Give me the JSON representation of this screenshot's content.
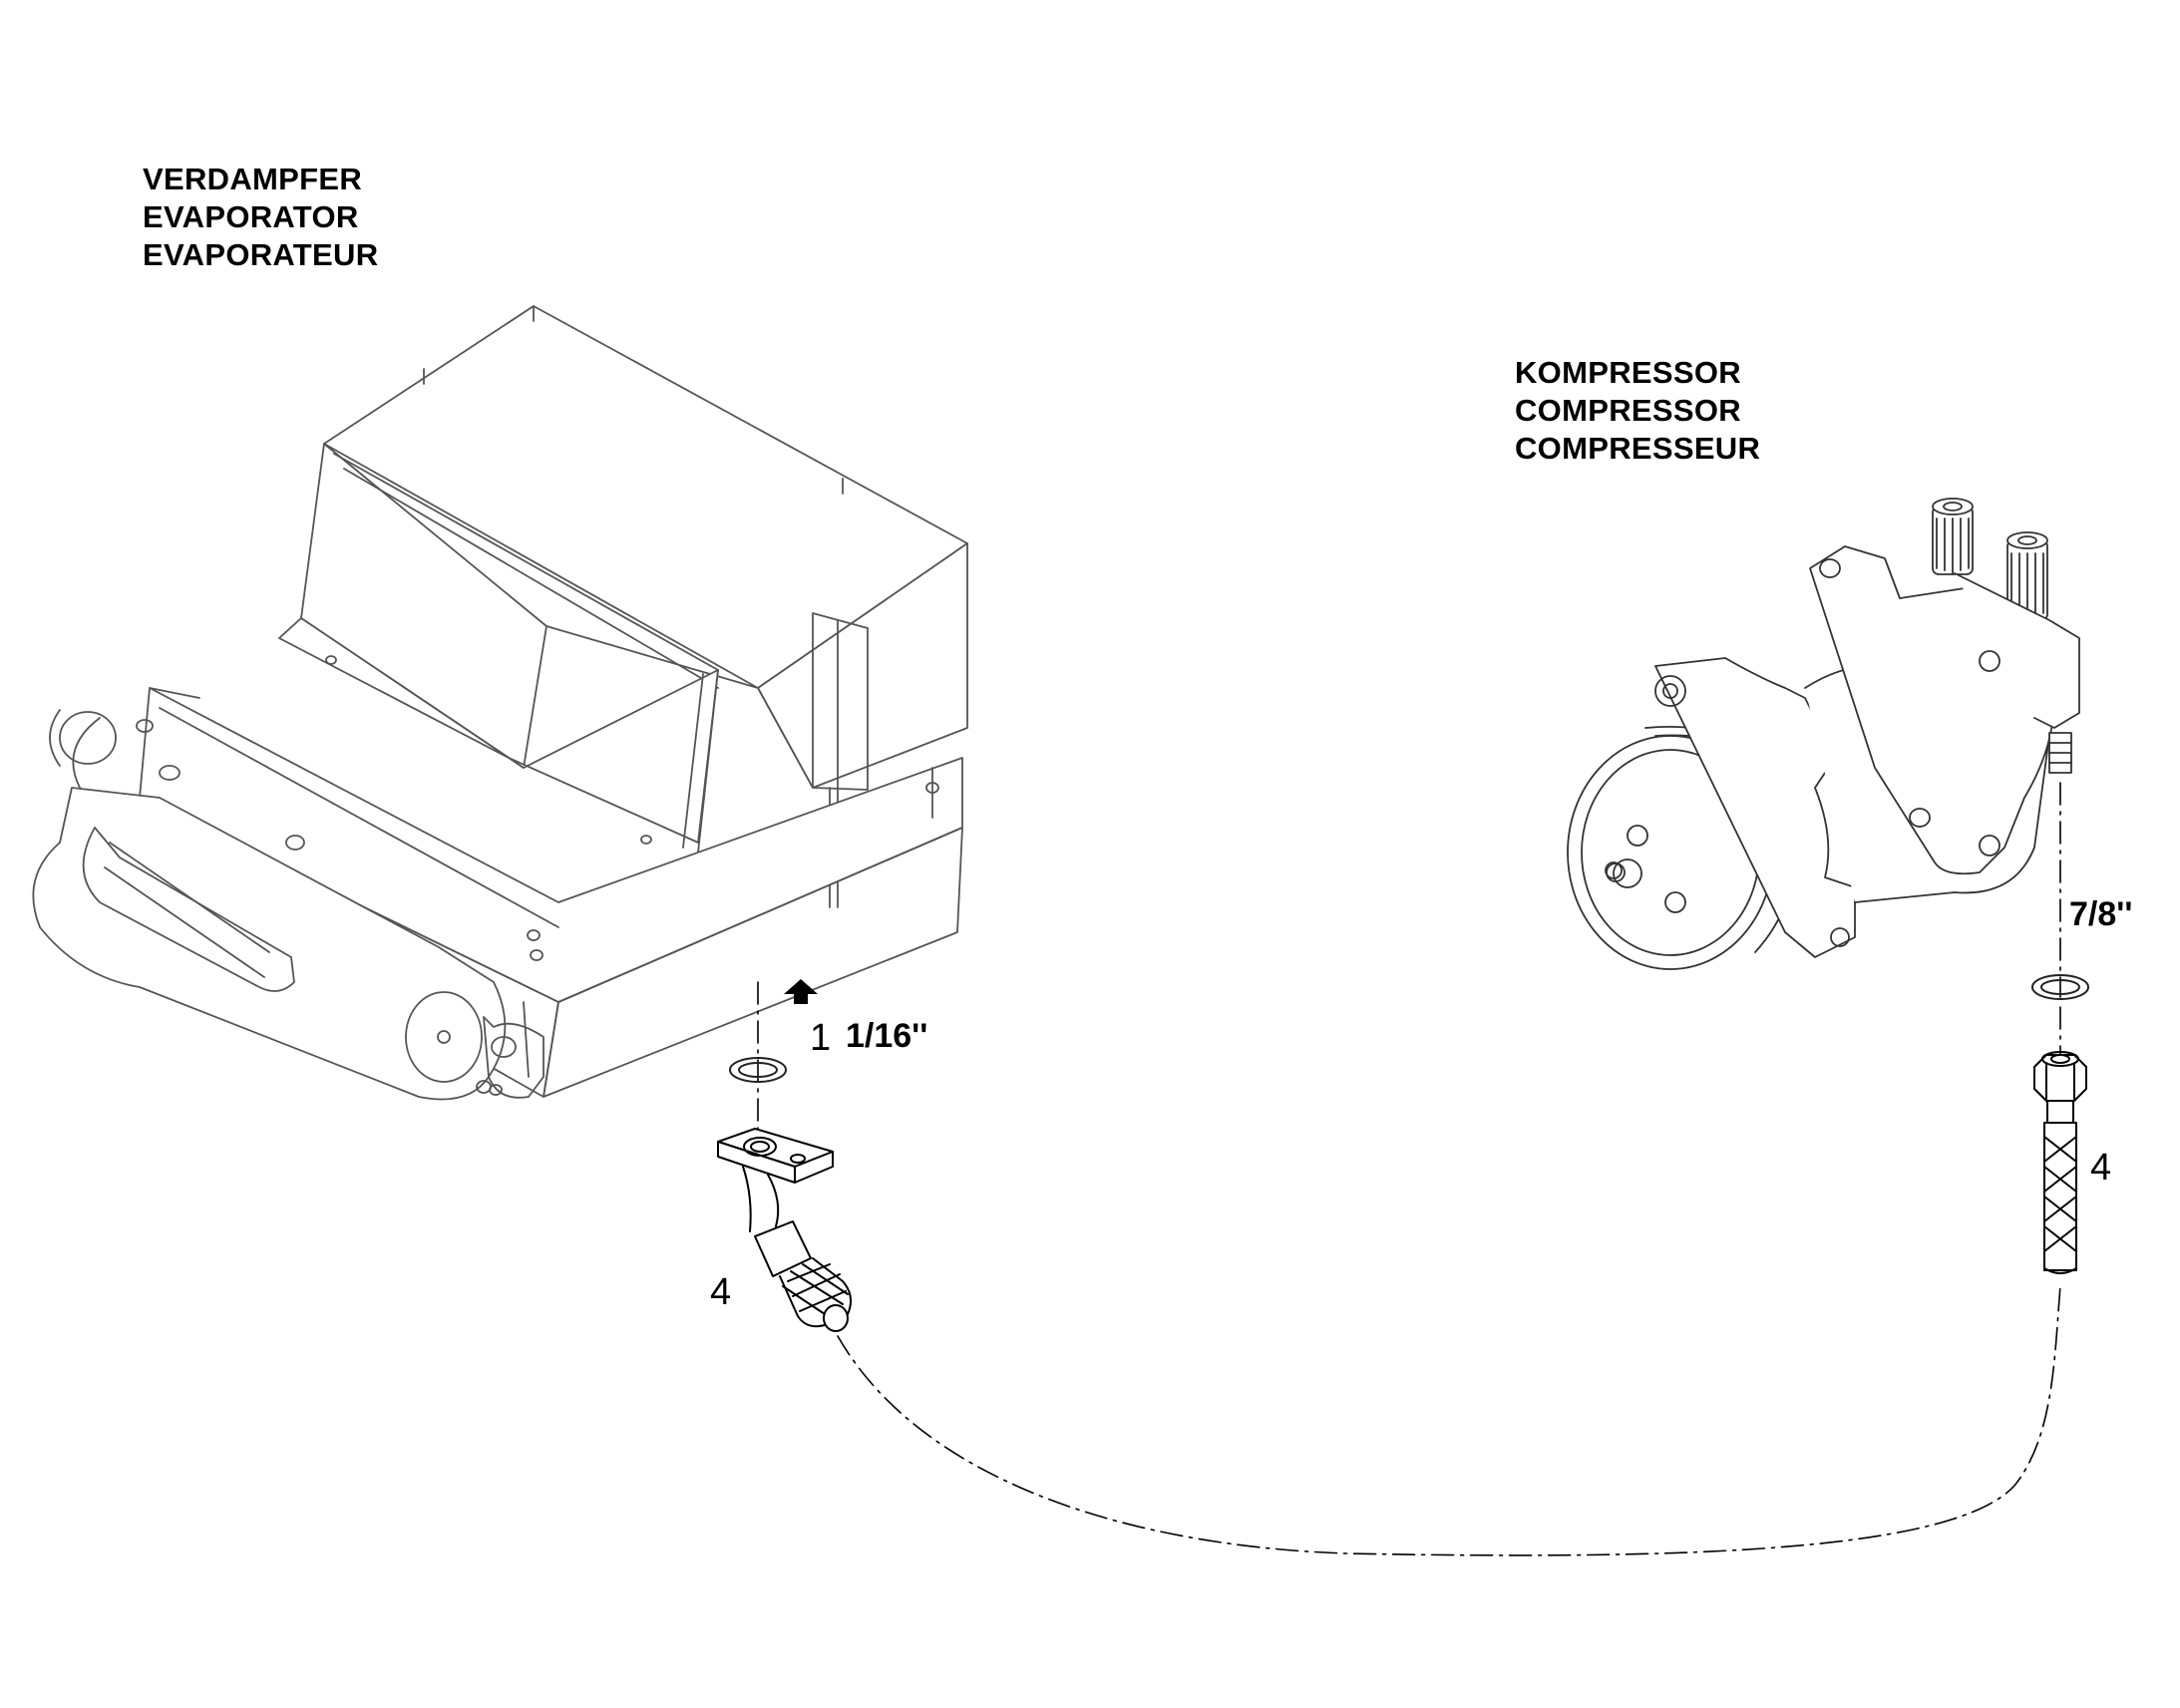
{
  "evaporator": {
    "lines": [
      "VERDAMPFER",
      "EVAPORATOR",
      "EVAPORATEUR"
    ]
  },
  "compressor": {
    "lines": [
      "KOMPRESSOR",
      "COMPRESSOR",
      "COMPRESSEUR"
    ]
  },
  "callouts": {
    "left_item": "1",
    "left_size": "1/16''",
    "left_hose": "4",
    "right_size": "7/8''",
    "right_hose": "4"
  }
}
